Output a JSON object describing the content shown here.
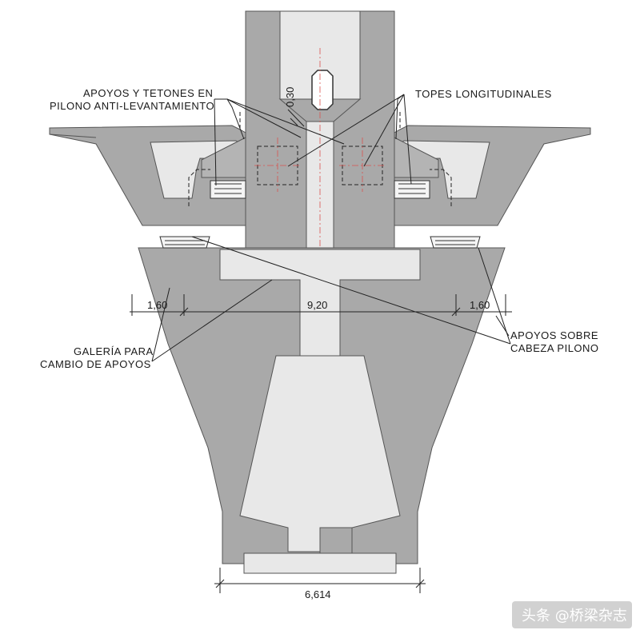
{
  "labels": {
    "apoyos_tetones_line1": "APOYOS Y TETONES EN",
    "apoyos_tetones_line2": "PILONO ANTI-LEVANTAMIENTO",
    "topes_longitudinales": "TOPES LONGITUDINALES",
    "galeria_line1": "GALERÍA PARA",
    "galeria_line2": "CAMBIO DE APOYOS",
    "apoyos_sobre_line1": "APOYOS SOBRE",
    "apoyos_sobre_line2": "CABEZA PILONO"
  },
  "dimensions": {
    "gap": "0,30",
    "left_offset": "1,60",
    "width_top": "9,20",
    "right_offset": "1,60",
    "base_width": "6,614"
  },
  "watermark": {
    "text": "头条 @桥梁杂志"
  },
  "colors": {
    "concrete": "#a9a9a9",
    "void": "#e8e8e8",
    "outline": "#555555",
    "axis": "#d9534f"
  }
}
